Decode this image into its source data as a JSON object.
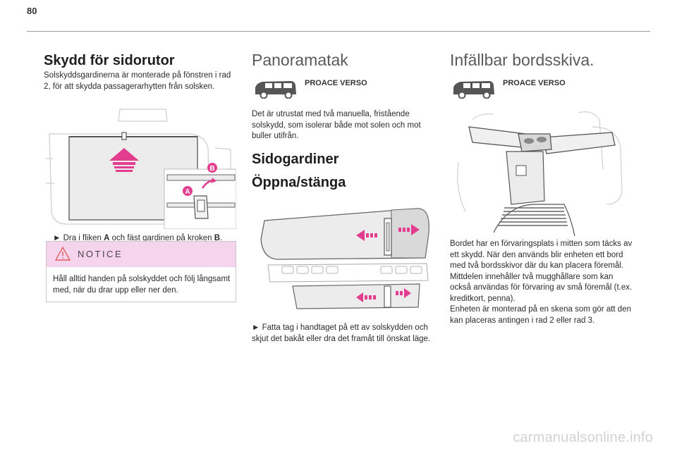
{
  "page": {
    "number": "80"
  },
  "col1": {
    "title": "Skydd för sidorutor",
    "intro": "Solskyddsgardinerna är monterade på fönstren i rad 2, för att skydda passagerarhytten från solsken.",
    "instruction_parts": [
      "► Dra i fliken ",
      "A",
      " och fäst gardinen på kroken ",
      "B",
      "."
    ],
    "image_labels": {
      "a": "A",
      "b": "B"
    },
    "notice": {
      "title": "NOTICE",
      "text": "Håll alltid handen på solskyddet och följ långsamt med, när du drar upp eller ner den."
    }
  },
  "col2": {
    "title": "Panoramatak",
    "model_label": "PROACE VERSO",
    "text": "Det är utrustat med två manuella, fristående solskydd, som isolerar både mot solen och mot buller utifrån.",
    "subtitle1": "Sidogardiner",
    "subtitle2": "Öppna/stänga",
    "instruction": "► Fatta tag i handtaget på ett av solskydden och skjut det bakåt eller dra det framåt till önskat läge."
  },
  "col3": {
    "title": "Infällbar bordsskiva.",
    "model_label": "PROACE VERSO",
    "text": "Bordet har en förvaringsplats i mitten som täcks av ett skydd. När den används blir enheten ett bord med två bordsskivor där du kan placera föremål. Mittdelen innehåller två mugghållare som kan också användas för förvaring av små föremål (t.ex. kreditkort, penna).\nEnheten är monterad på en skena som gör att den kan placeras antingen i rad 2 eller rad 3."
  },
  "watermark": "carmanualsonline.info",
  "colors": {
    "accent": "#e23d8f",
    "notice_bg": "#f7d4ee",
    "arrow_pink": "#e23d8f"
  }
}
